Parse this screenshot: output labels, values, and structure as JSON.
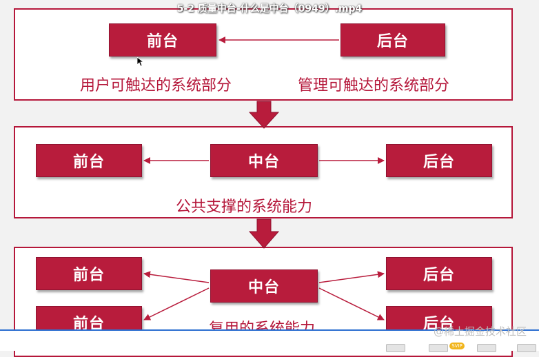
{
  "video": {
    "title": "5-2 质量中台-什么是中台（0949）.mp4"
  },
  "panel1": {
    "front_label": "前台",
    "back_label": "后台",
    "front_caption": "用户可触达的系统部分",
    "back_caption": "管理可触达的系统部分"
  },
  "panel2": {
    "front_label": "前台",
    "middle_label": "中台",
    "back_label": "后台",
    "caption": "公共支撑的系统能力"
  },
  "panel3": {
    "front_labels": [
      "前台",
      "前台"
    ],
    "middle_label": "中台",
    "back_labels": [
      "后台",
      "后台"
    ],
    "caption": "复用的系统能力"
  },
  "footer": {
    "watermark": "@稀土掘金技术社区",
    "badge": "SVIP"
  },
  "colors": {
    "accent": "#b81c3c",
    "border": "#b5173a",
    "taskbar_line": "#2d6fd1"
  }
}
